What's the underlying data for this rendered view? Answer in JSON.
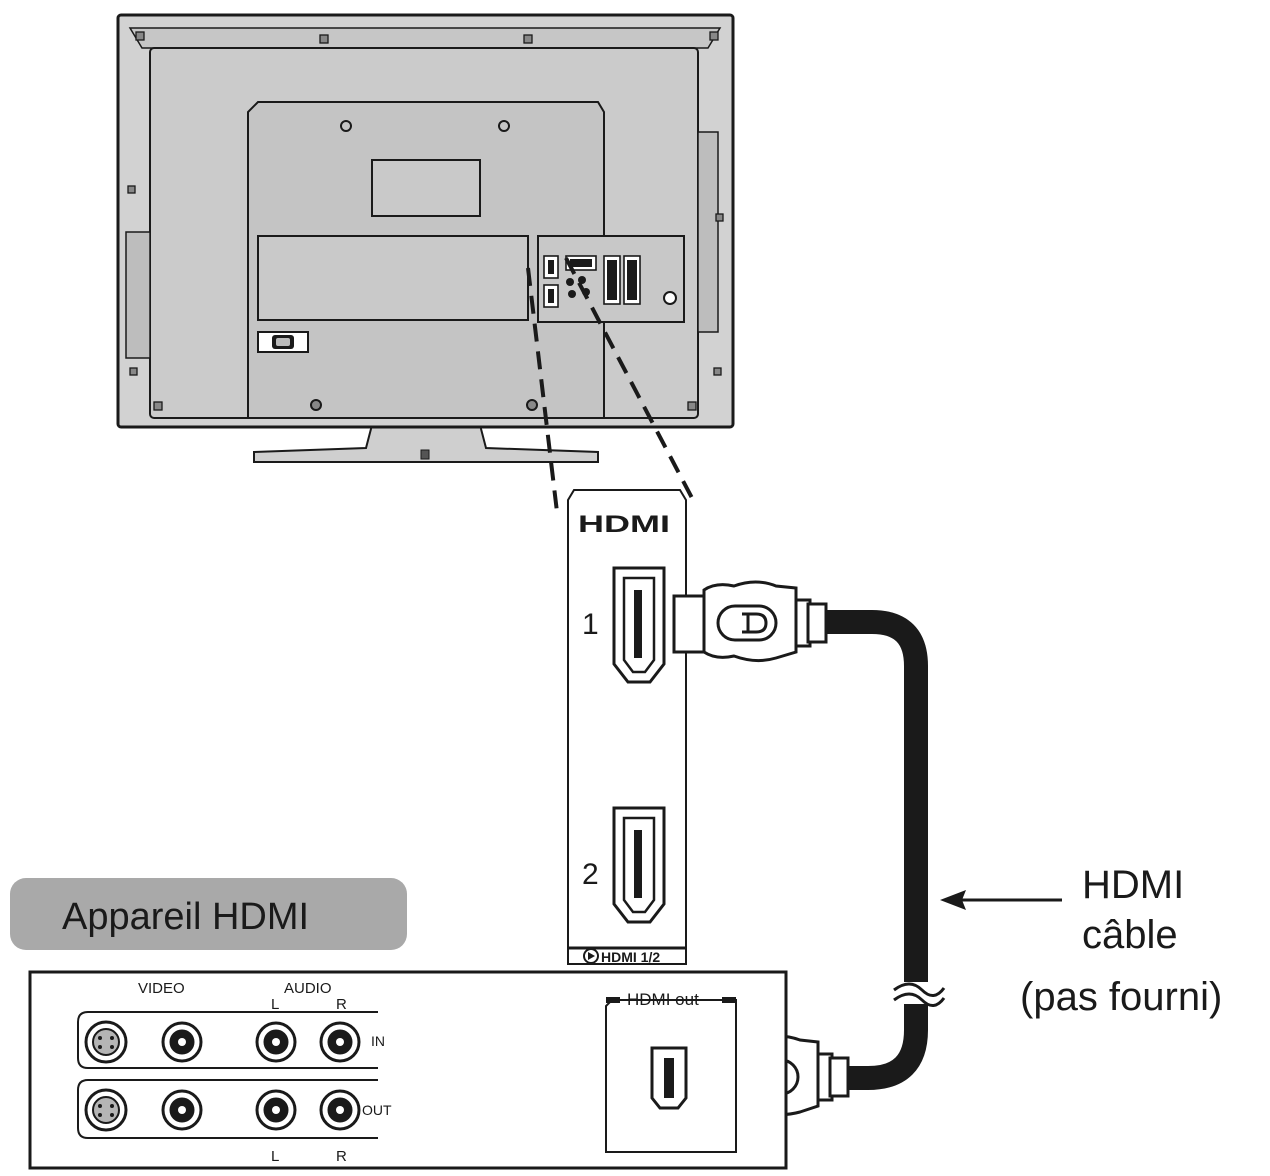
{
  "panel": {
    "logo": "HDMI",
    "port1": "1",
    "port2": "2",
    "footer": "HDMI 1/2"
  },
  "device": {
    "badge": "Appareil HDMI",
    "video": "VIDEO",
    "audio": "AUDIO",
    "l_top": "L",
    "r_top": "R",
    "in": "IN",
    "out": "OUT",
    "l_bottom": "L",
    "r_bottom": "R",
    "hdmi_out": "HDMI out"
  },
  "cable": {
    "line1": "HDMI",
    "line2": "câble",
    "line3": "(pas fourni)"
  },
  "colors": {
    "tv_body": "#d2d2d2",
    "tv_inner": "#c8c8c8",
    "outline": "#1a1a1a",
    "badge": "#a9a9a9",
    "cable": "#1a1a1a"
  }
}
